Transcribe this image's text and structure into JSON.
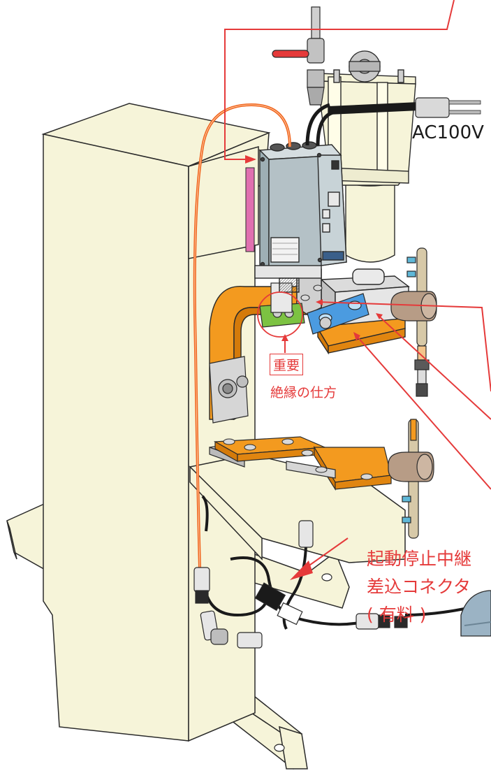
{
  "labels": {
    "power": "AC100V",
    "important": "重要",
    "insulation_method": "絶縁の仕方",
    "connector_line1": "起動停止中継",
    "connector_line2": "差込コネクタ",
    "connector_line3": "( 有料 )"
  },
  "colors": {
    "machine_body": "#f6f4d9",
    "outline": "#2a2a2a",
    "copper": "#f39a1f",
    "annotation_red": "#e53a3a",
    "cable": "#1a1a1a",
    "controller_box": "#b4c1c6",
    "insulator_green": "#7cc242",
    "bracket_blue": "#4b9be0"
  }
}
